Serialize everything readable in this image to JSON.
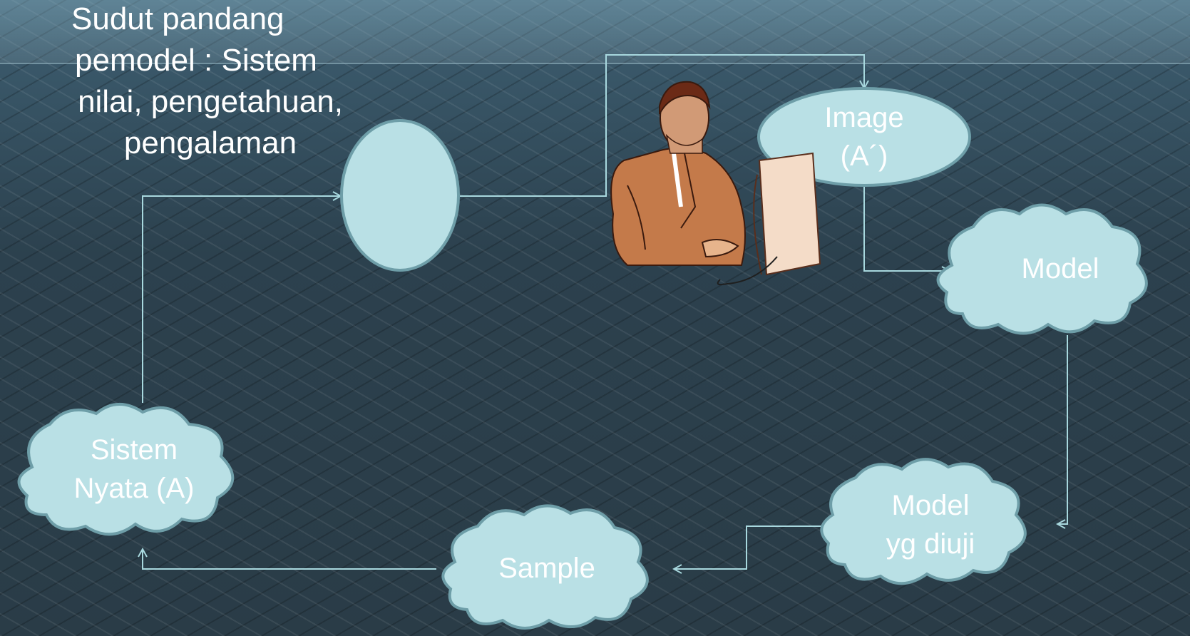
{
  "annotation": {
    "lines": [
      "Sudut pandang",
      "pemodel : Sistem",
      "nilai, pengetahuan,",
      "pengalaman"
    ]
  },
  "nodes": {
    "image": {
      "line1": "Image",
      "line2": "(A´)"
    },
    "model": {
      "label": "Model"
    },
    "model_diuji": {
      "line1": "Model",
      "line2": "yg diuji"
    },
    "sample": {
      "label": "Sample"
    },
    "sistem_nyata": {
      "line1": "Sistem",
      "line2": "Nyata (A)"
    }
  },
  "colors": {
    "node_fill": "#b9e0e5",
    "node_stroke": "#6e9ea8",
    "connector": "#a8d8de",
    "text": "#ffffff",
    "background": "#2f4452"
  },
  "icons": {
    "person": "person-at-computer-clipart"
  }
}
